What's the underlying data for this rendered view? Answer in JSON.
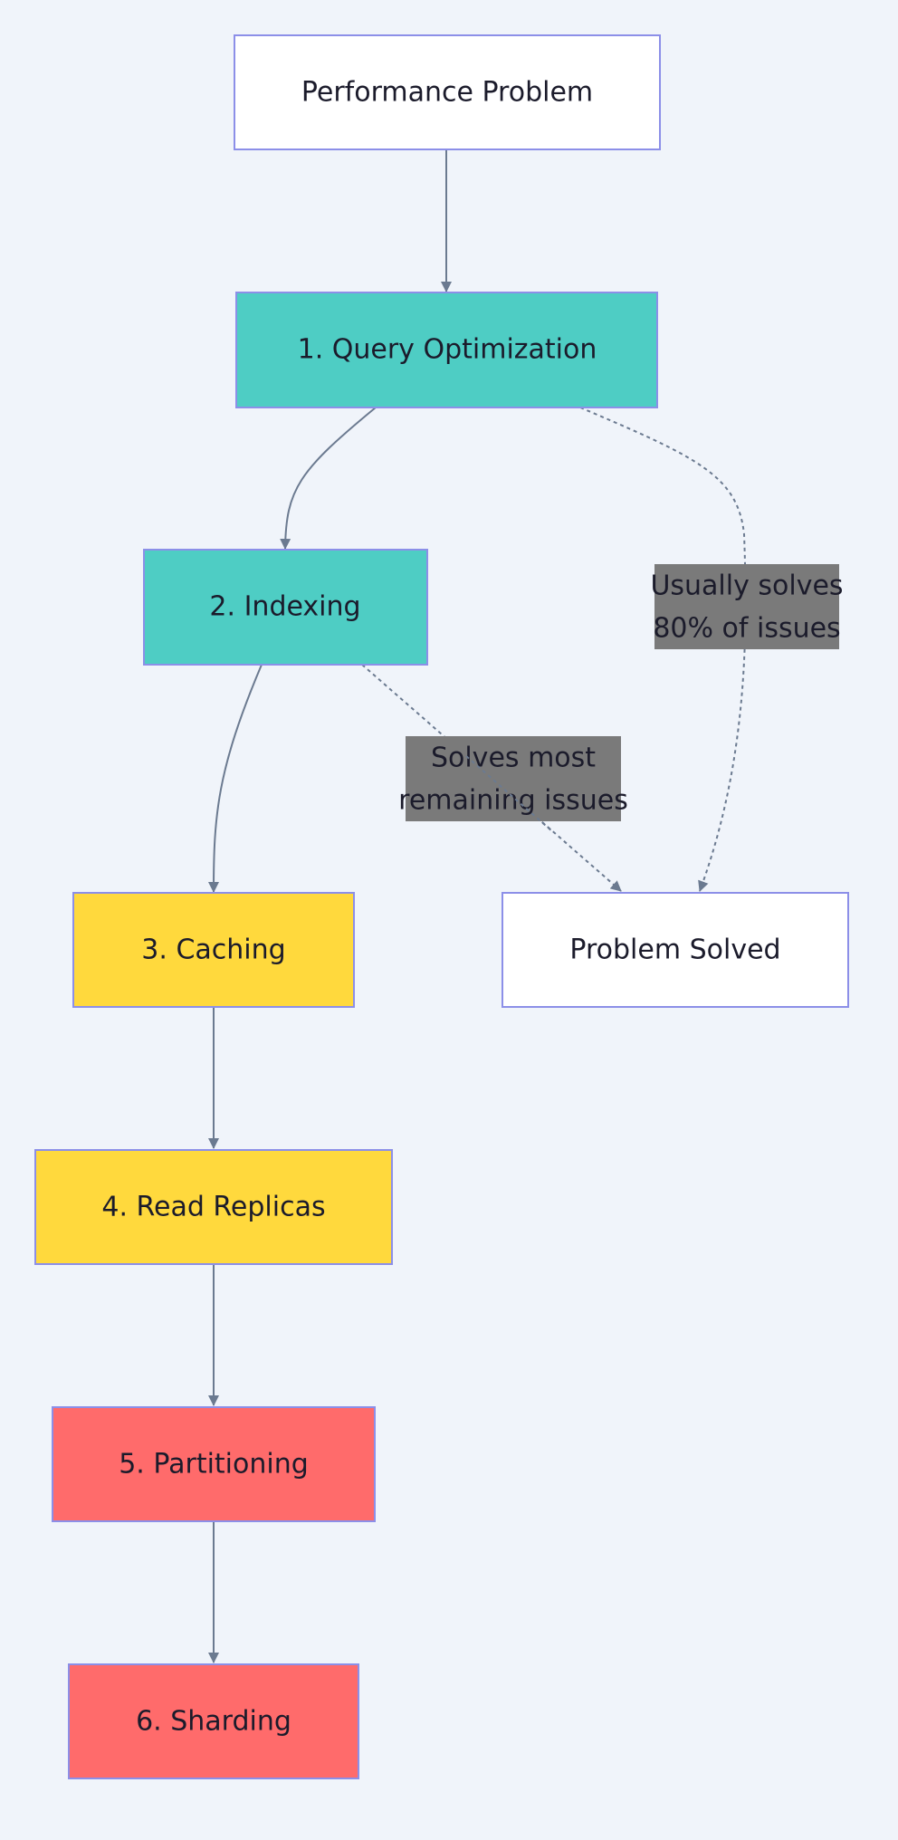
{
  "nodes": {
    "start": {
      "label": "Performance Problem",
      "color": "#ffffff"
    },
    "query_optimization": {
      "label": "1. Query Optimization",
      "color": "#4ecdc4"
    },
    "indexing": {
      "label": "2. Indexing",
      "color": "#4ecdc4"
    },
    "caching": {
      "label": "3. Caching",
      "color": "#ffd93d"
    },
    "solved": {
      "label": "Problem Solved",
      "color": "#ffffff"
    },
    "read_replicas": {
      "label": "4. Read Replicas",
      "color": "#ffd93d"
    },
    "partitioning": {
      "label": "5. Partitioning",
      "color": "#ff6b6b"
    },
    "sharding": {
      "label": "6. Sharding",
      "color": "#ff6b6b"
    }
  },
  "edge_labels": {
    "query_to_solved": {
      "line1": "Usually solves",
      "line2": "80% of issues"
    },
    "indexing_to_solved": {
      "line1": "Solves most",
      "line2": "remaining issues"
    }
  },
  "colors": {
    "background": "#f0f4fa",
    "node_border": "#8c8fe8",
    "edge": "#6b7a90",
    "edge_label_bg": "#7a7a7a"
  }
}
